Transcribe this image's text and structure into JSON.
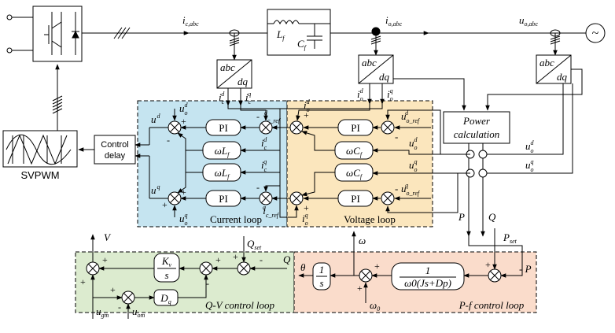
{
  "colors": {
    "current_loop_bg": "#c5e4f0",
    "voltage_loop_bg": "#fbe6bd",
    "qv_loop_bg": "#dcebcf",
    "pf_loop_bg": "#fadccb",
    "line": "#000000"
  },
  "blocks": {
    "svpwm": "SVPWM",
    "control_delay_1": "Control",
    "control_delay_2": "delay",
    "abc": "abc",
    "dq": "dq",
    "lf": "L",
    "lf_sub": "f",
    "cf": "C",
    "cf_sub": "f",
    "power_calc_1": "Power",
    "power_calc_2": "calculation",
    "pi": "PI",
    "omega_lf": "ωL",
    "omega_lf_sub": "f",
    "omega_cf": "ωC",
    "omega_cf_sub": "f",
    "kv_num": "K",
    "kv_sub": "v",
    "kv_den": "s",
    "dq_gain": "D",
    "dq_gain_sub": "q",
    "integrator_num": "1",
    "integrator_den": "s",
    "pf_num": "1",
    "pf_den": "ω0(Js+Dp)",
    "source_symbol": "~"
  },
  "signals": {
    "i_cabc": "i",
    "i_cabc_sub": "c,abc",
    "i_oabc": "i",
    "i_oabc_sub": "o,abc",
    "u_oabc": "u",
    "u_oabc_sub": "o,abc",
    "i": "i",
    "u": "u",
    "sup_d": "d",
    "sup_q": "q",
    "sub_c": "c",
    "sub_o": "o",
    "sub_cref": "c_ref",
    "sub_oref": "o_ref",
    "P": "P",
    "Q": "Q",
    "P_set": "P",
    "P_set_sub": "set",
    "Q_set": "Q",
    "Q_set_sub": "set",
    "omega": "ω",
    "omega0": "ω",
    "omega0_sub": "0",
    "theta": "θ",
    "V": "V",
    "u_gm": "u",
    "u_gm_sub": "gm",
    "u_om": "u",
    "u_om_sub": "om",
    "plus": "+",
    "minus": "-"
  },
  "loops": {
    "current": "Current loop",
    "voltage": "Voltage loop",
    "qv": "Q-V control loop",
    "pf": "P-f control loop"
  }
}
